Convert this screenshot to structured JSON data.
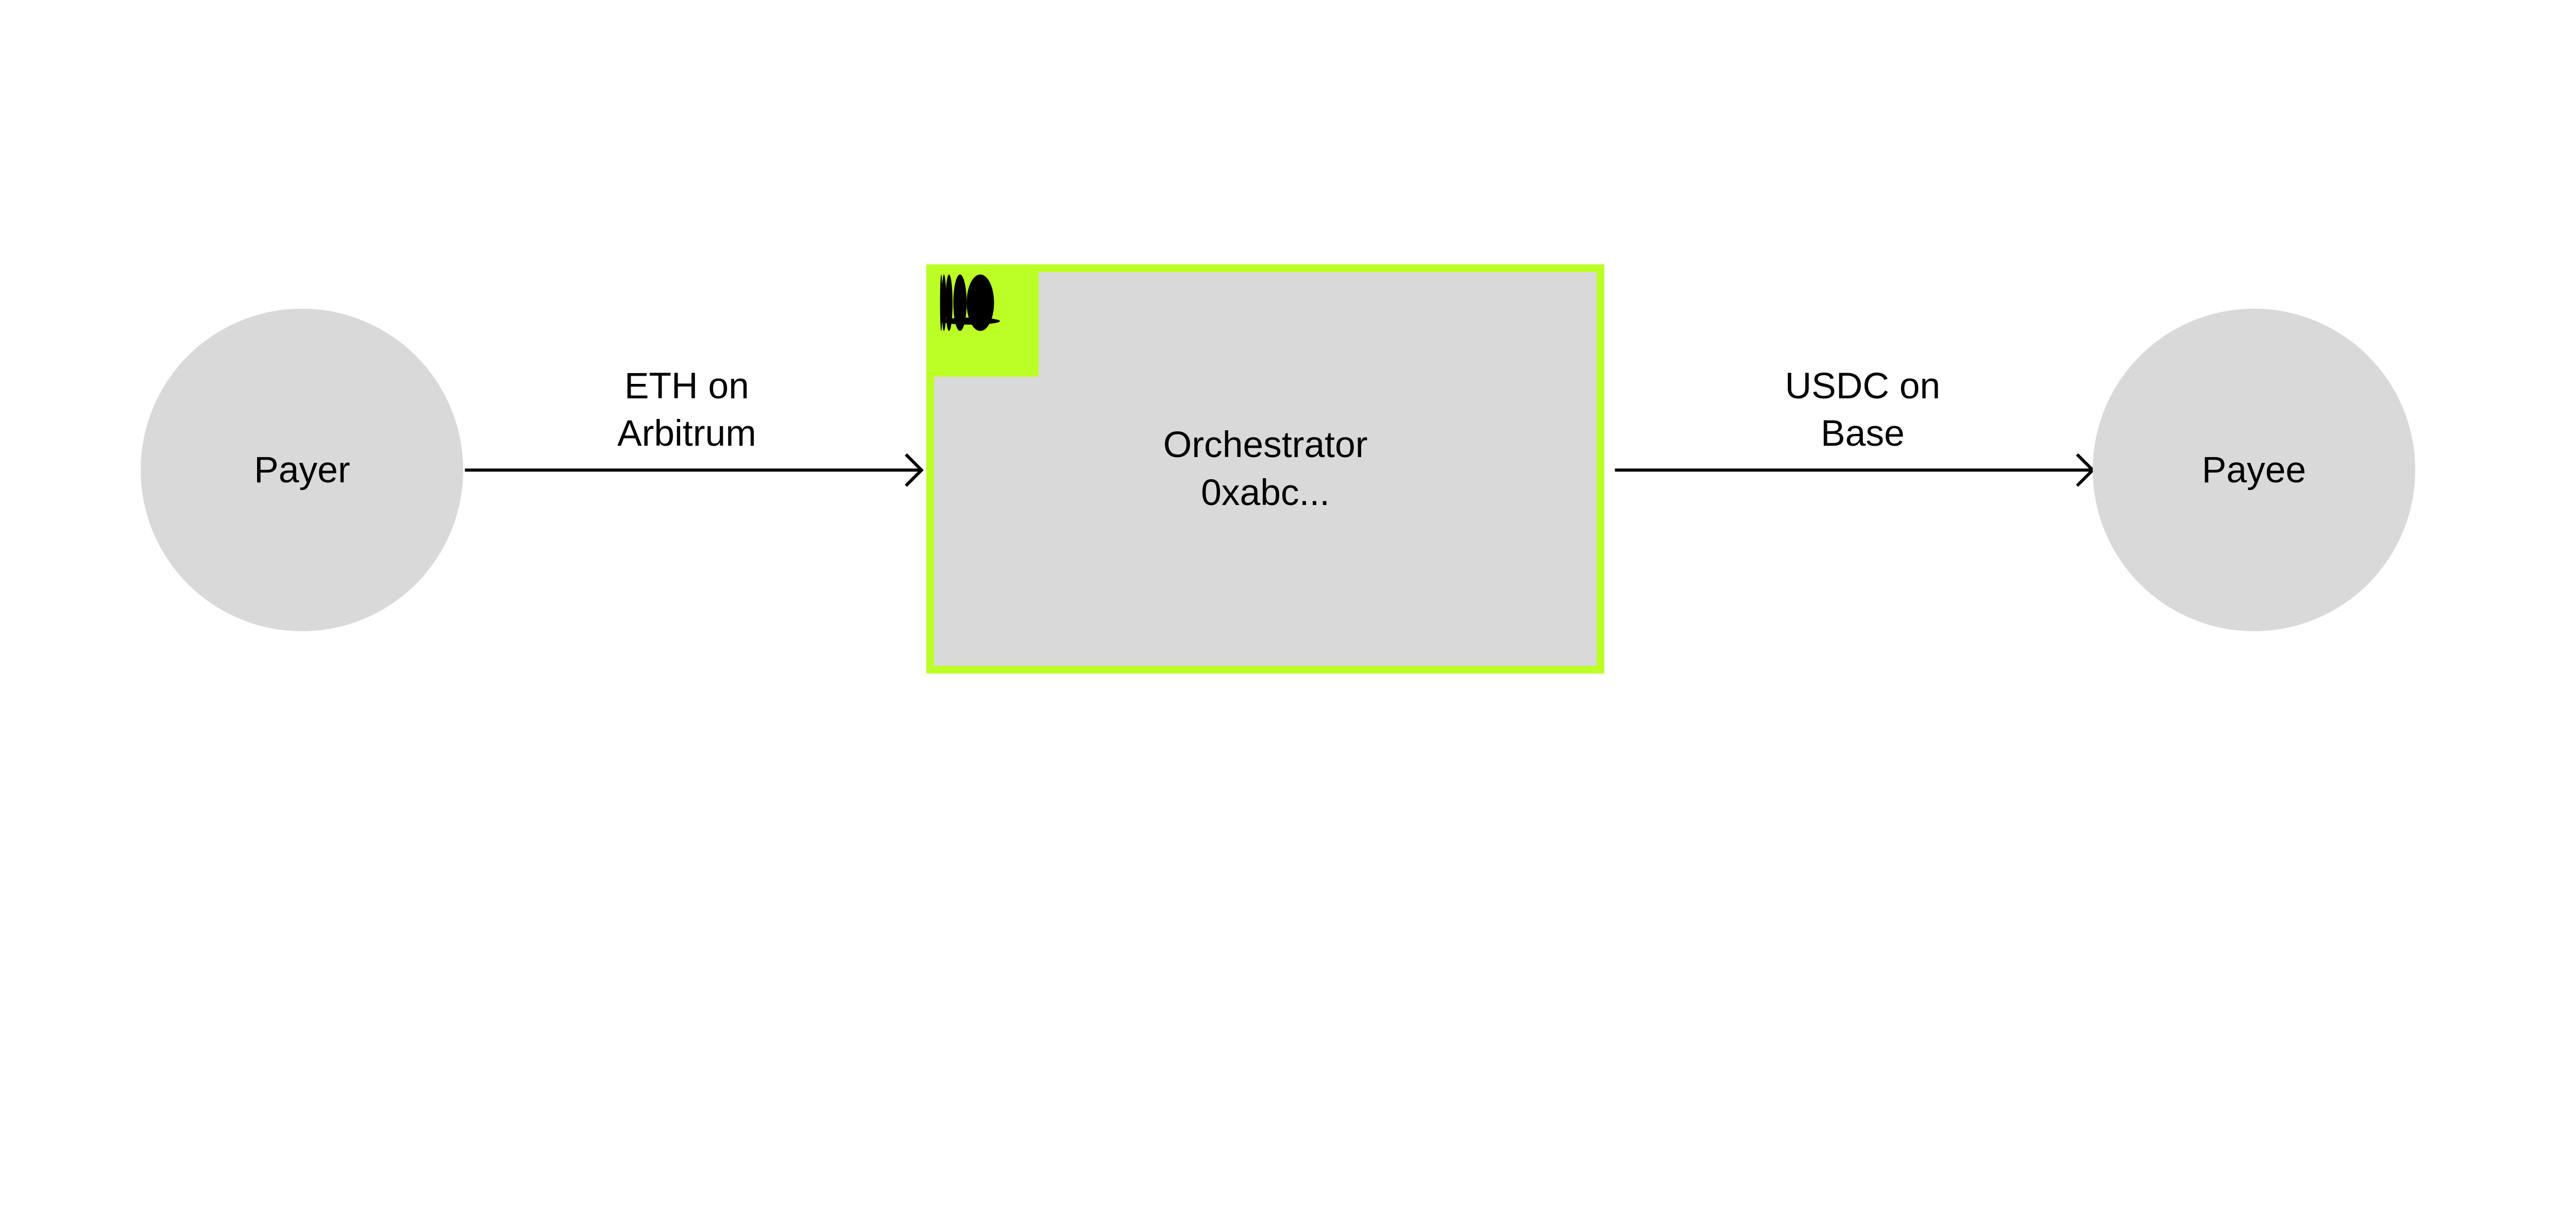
{
  "nodes": {
    "payer": {
      "label": "Payer"
    },
    "orchestrator": {
      "line1": "Orchestrator",
      "line2": "0xabc..."
    },
    "payee": {
      "label": "Payee"
    }
  },
  "edges": [
    {
      "line1": "ETH on",
      "line2": "Arbitrum"
    },
    {
      "line1": "USDC on",
      "line2": "Base"
    }
  ],
  "colors": {
    "accent": "#bbff26",
    "node_fill": "#d9d9d9",
    "stroke": "#000000"
  },
  "icons": {
    "orchestrator_logo": "ellipses-logo-icon"
  }
}
